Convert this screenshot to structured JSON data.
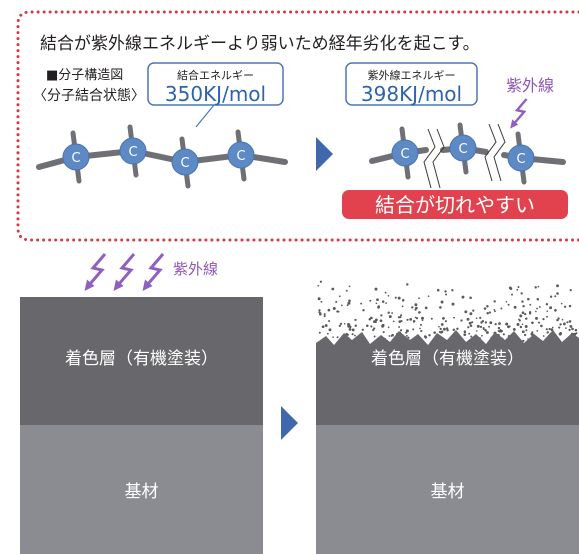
{
  "intro": {
    "text": "結合が紫外線エネルギーより弱いため経年劣化を起こす。"
  },
  "structure": {
    "title": "■分子構造図",
    "subtitle": "〈分子結合状態〉"
  },
  "molecule": {
    "atom_symbol": "C"
  },
  "bond_energy": {
    "label": "結合エネルギー",
    "value": "350KJ/mol"
  },
  "uv_energy": {
    "label": "紫外線エネルギー",
    "value": "398KJ/mol"
  },
  "uv_label": "紫外線",
  "result_badge": {
    "text": "結合が切れやすい"
  },
  "layers": {
    "coating": "着色層（有機塗装）",
    "substrate": "基材"
  },
  "colors": {
    "border_red": "#d8373f",
    "badge_red": "#e1424e",
    "accent_blue": "#2e63ad",
    "arrow_blue": "#3f68ad",
    "atom_blue": "#5d8ac4",
    "uv_purple": "#8e57b5",
    "coating_gray": "#68686c",
    "substrate_gray": "#8b8c91"
  }
}
